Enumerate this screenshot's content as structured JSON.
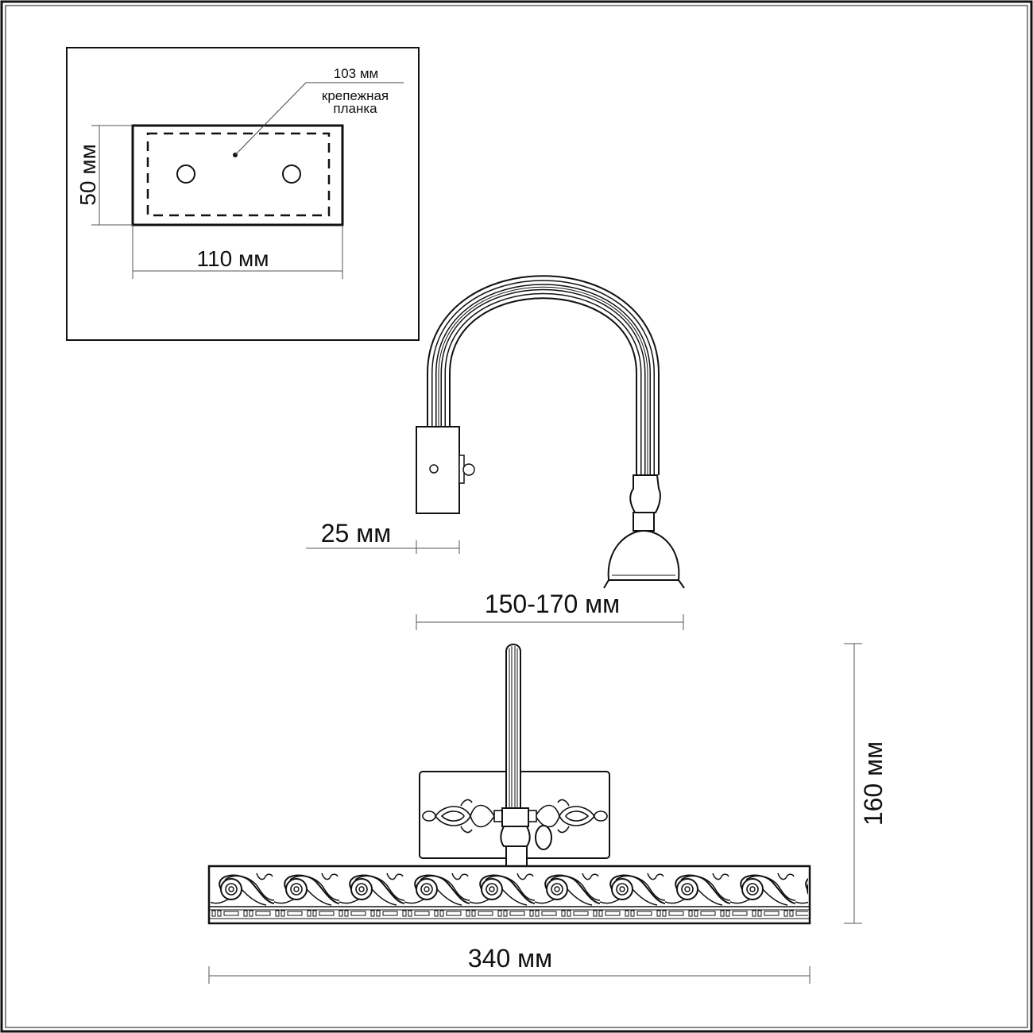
{
  "mounting_plate": {
    "depth_label": "103 мм",
    "part_label_line1": "крепежная",
    "part_label_line2": "планка",
    "height_label": "50 мм",
    "width_label": "110 мм"
  },
  "side_view": {
    "base_depth_label": "25 мм",
    "reach_label": "150-170 мм"
  },
  "front_view": {
    "height_label": "160 мм",
    "width_label": "340 мм"
  },
  "colors": {
    "line": "#111111",
    "dim_line": "#555555",
    "background": "#ffffff"
  }
}
